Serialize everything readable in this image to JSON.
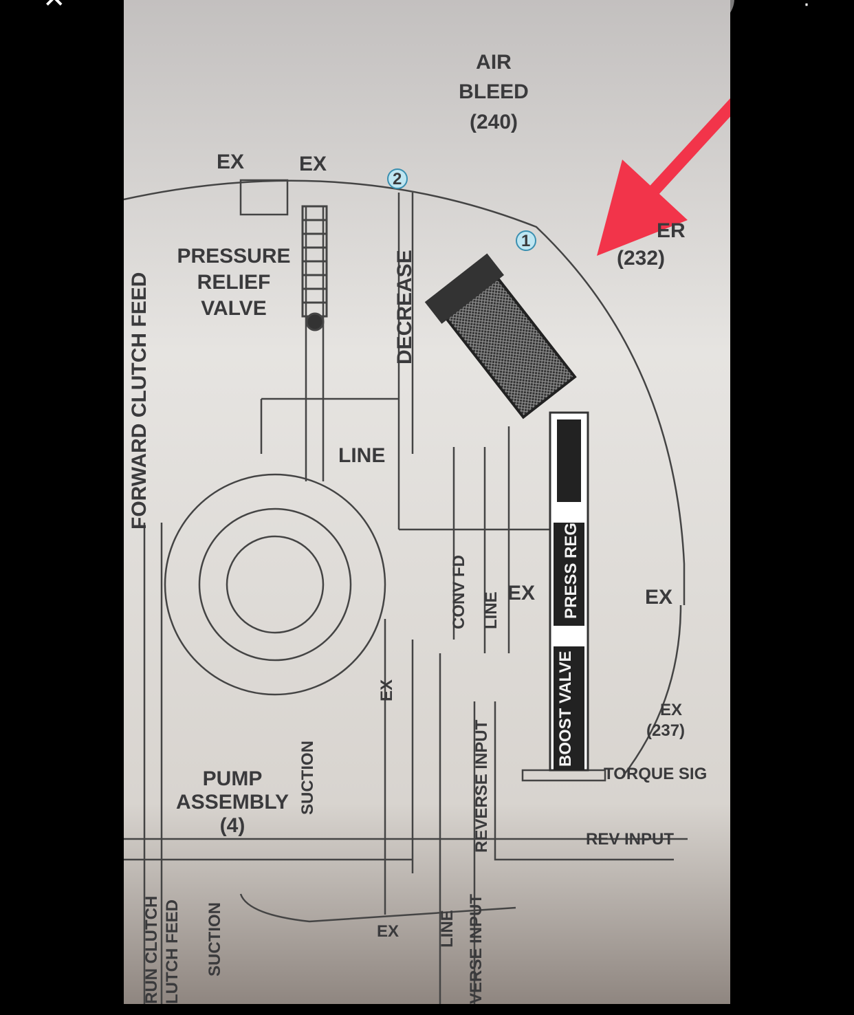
{
  "viewer": {
    "close_icon": "close-icon",
    "more_icon": "more-vertical-icon",
    "lens_icon": "lens-icon"
  },
  "diagram": {
    "air_bleed": [
      "AIR",
      "BLEED",
      "(240)"
    ],
    "ex_top_left": "EX",
    "ex_top_right": "EX",
    "marker_1": "1",
    "marker_2": "2",
    "filter_label": "ER",
    "filter_number": "(232)",
    "pressure_relief": [
      "PRESSURE",
      "RELIEF",
      "VALVE"
    ],
    "decrease": "DECREASE",
    "forward_clutch_feed": "FORWARD CLUTCH FEED",
    "line_center": "LINE",
    "conv_fd": "CONV FD",
    "line_vertical": "LINE",
    "ex_press_left": "EX",
    "press_reg": "PRESS REG",
    "ex_press_right": "EX",
    "ex_mid": "EX",
    "boost_valve": "BOOST VALVE",
    "ex_237": [
      "EX",
      "(237)"
    ],
    "torque_sig": "TORQUE SIG",
    "reverse_input": "REVERSE INPUT",
    "pump_assembly": [
      "PUMP",
      "ASSEMBLY",
      "(4)"
    ],
    "suction": "SUCTION",
    "rev_input": "REV INPUT",
    "bottom": {
      "run_clutch": "RUN CLUTCH",
      "clutch_feed": "LUTCH FEED",
      "suction": "SUCTION",
      "ex": "EX",
      "line": "LINE",
      "reverse_input": "VERSE INPUT"
    }
  },
  "colors": {
    "annotation_arrow": "#f2344a",
    "paper": "#e4e2de",
    "ink": "#3a3a3c"
  }
}
